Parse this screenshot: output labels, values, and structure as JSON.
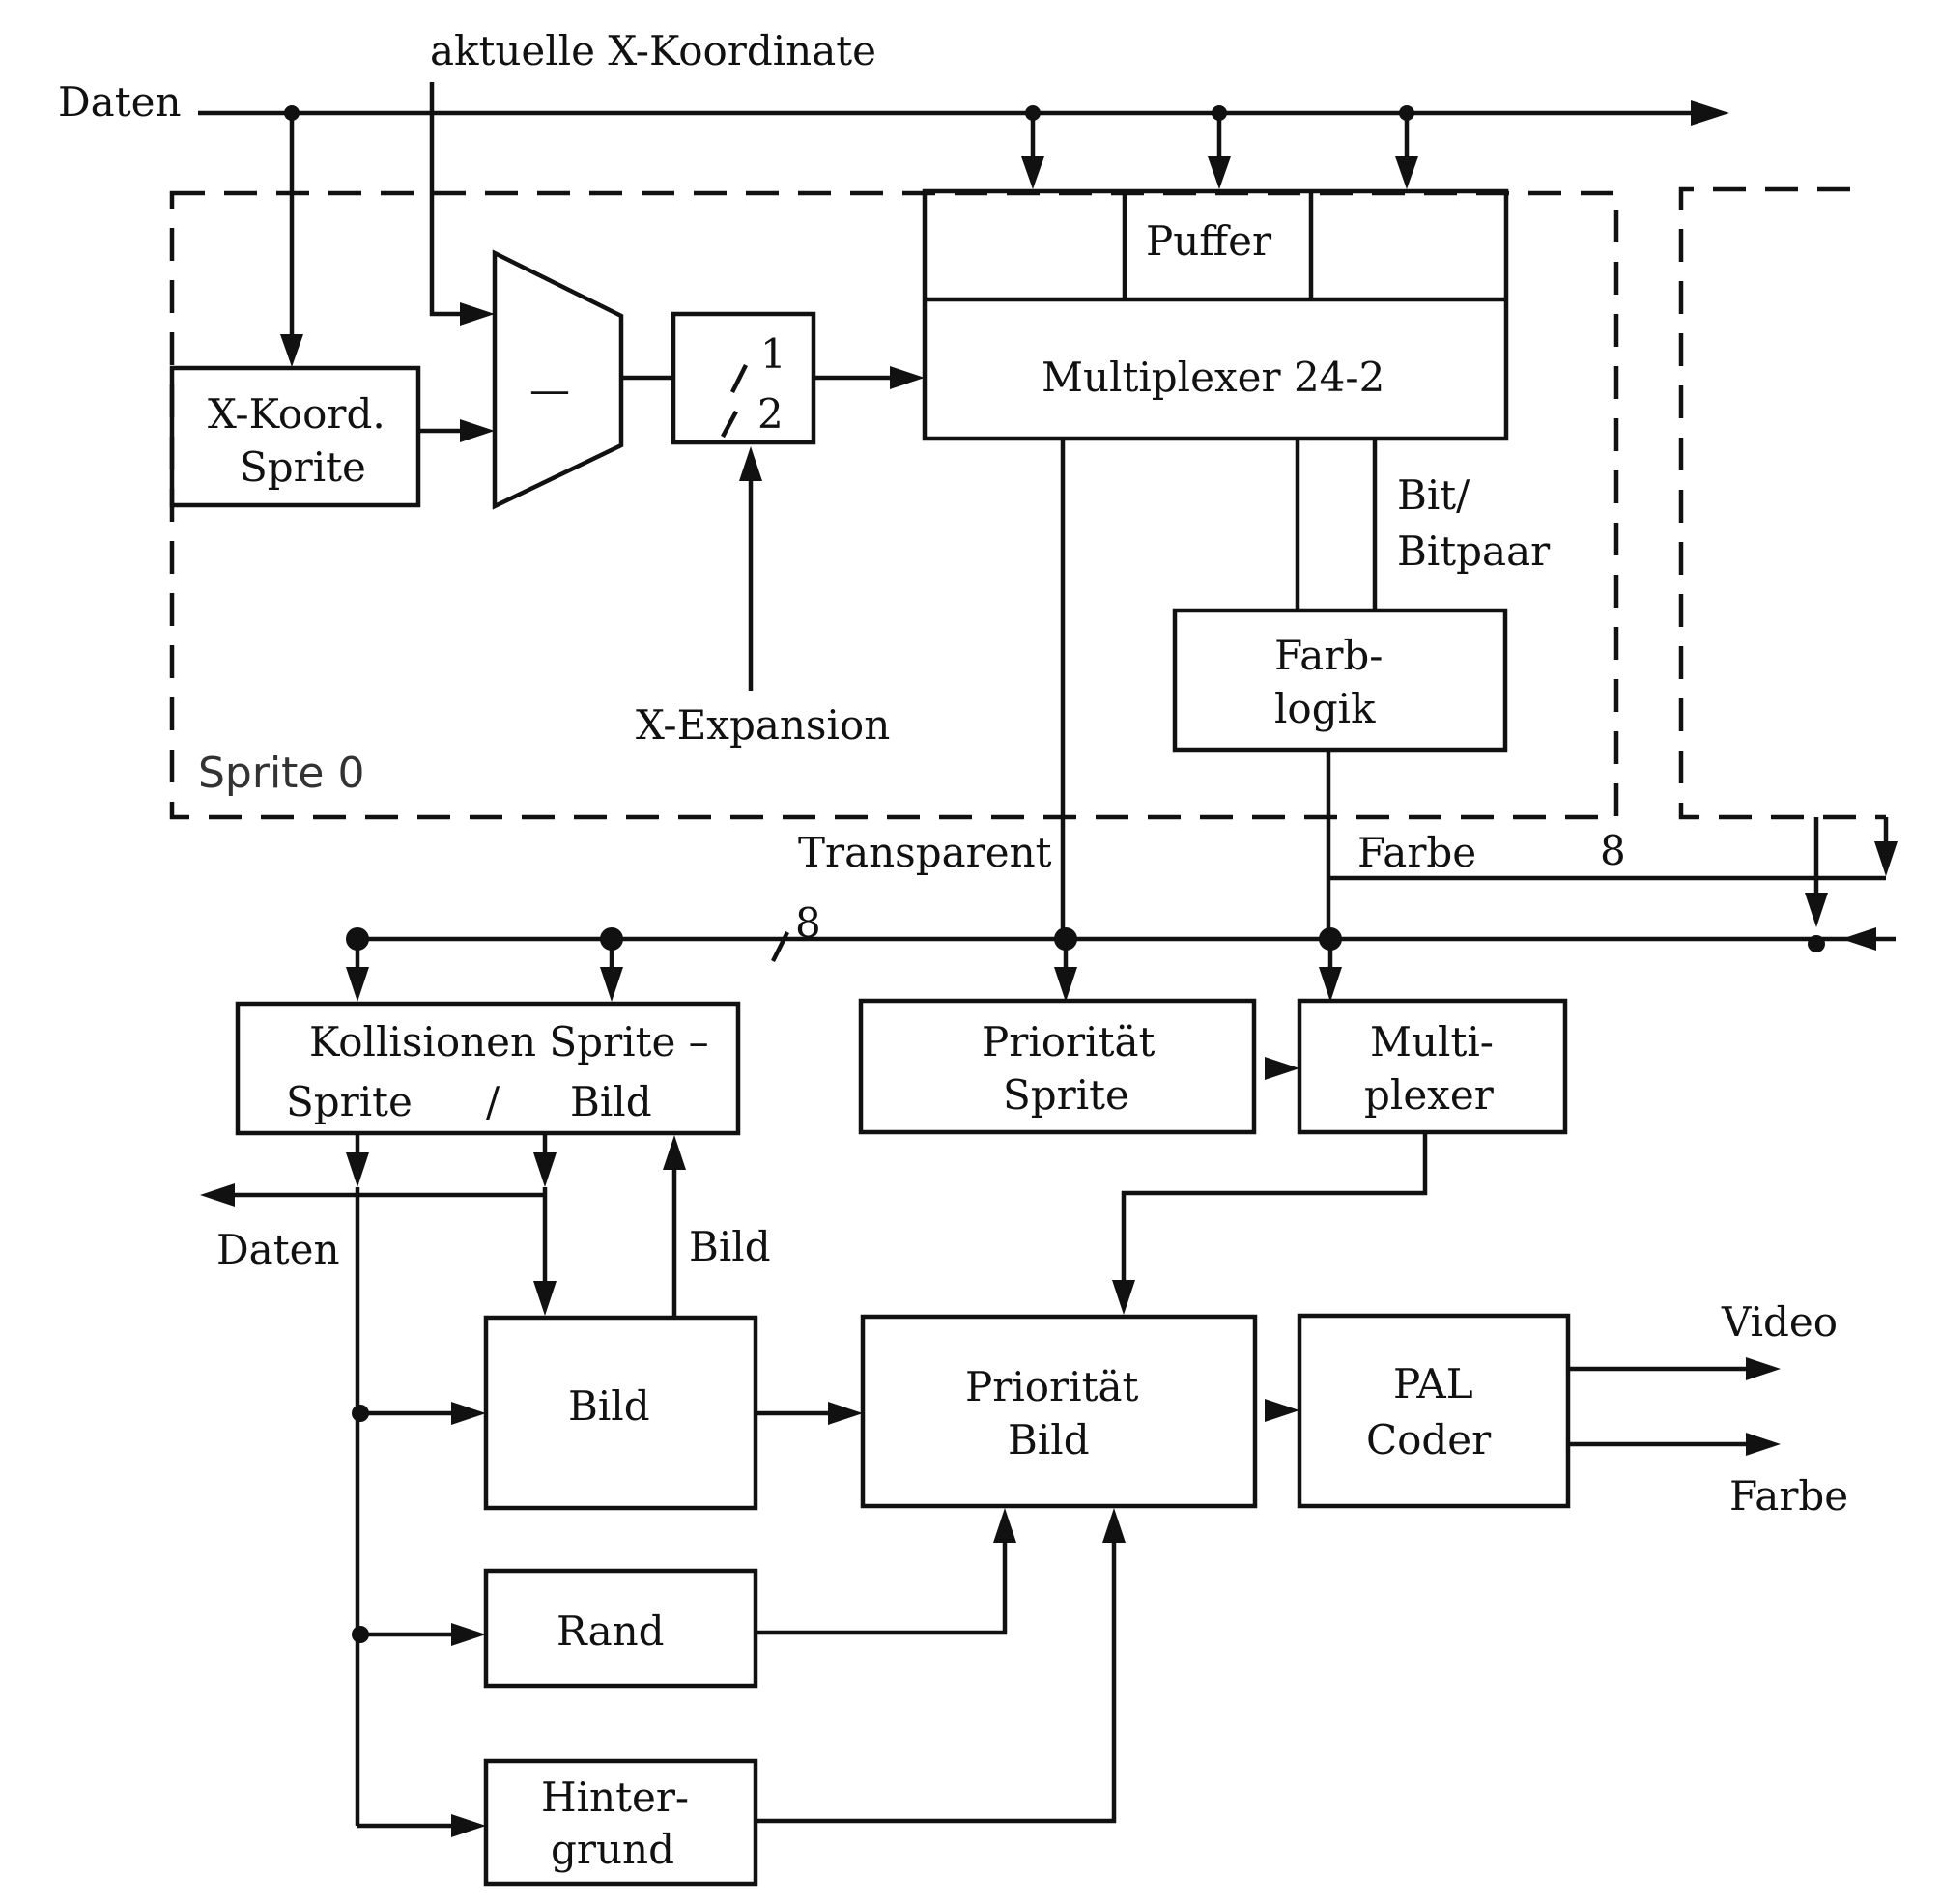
{
  "labels": {
    "daten_in": "Daten",
    "aktuelle_x": "aktuelle X-Koordinate",
    "puffer": "Puffer",
    "multiplexer_24_2": "Multiplexer 24-2",
    "x_koord_1": "X-Koord.",
    "x_koord_2": "Sprite",
    "minus": "—",
    "div_1": "1",
    "div_2": "2",
    "x_expansion": "X-Expansion",
    "bit_1": "Bit/",
    "bit_2": "Bitpaar",
    "farb_1": "Farb-",
    "farb_2": "logik",
    "sprite0": "Sprite 0",
    "transparent": "Transparent",
    "farbe_bus": "Farbe",
    "bus_width_right": "8",
    "bus_width_left": "8",
    "kollision_1": "Kollisionen Sprite –",
    "kollision_2a": "Sprite",
    "kollision_2b": "/",
    "kollision_2c": "Bild",
    "prio_sprite_1": "Priorität",
    "prio_sprite_2": "Sprite",
    "multi_1": "Multi-",
    "multi_2": "plexer",
    "daten_out": "Daten",
    "bild_back": "Bild",
    "bild": "Bild",
    "prio_bild_1": "Priorität",
    "prio_bild_2": "Bild",
    "pal_1": "PAL",
    "pal_2": "Coder",
    "video": "Video",
    "farbe_out": "Farbe",
    "rand": "Rand",
    "hinter_1": "Hinter-",
    "hinter_2": "grund"
  }
}
